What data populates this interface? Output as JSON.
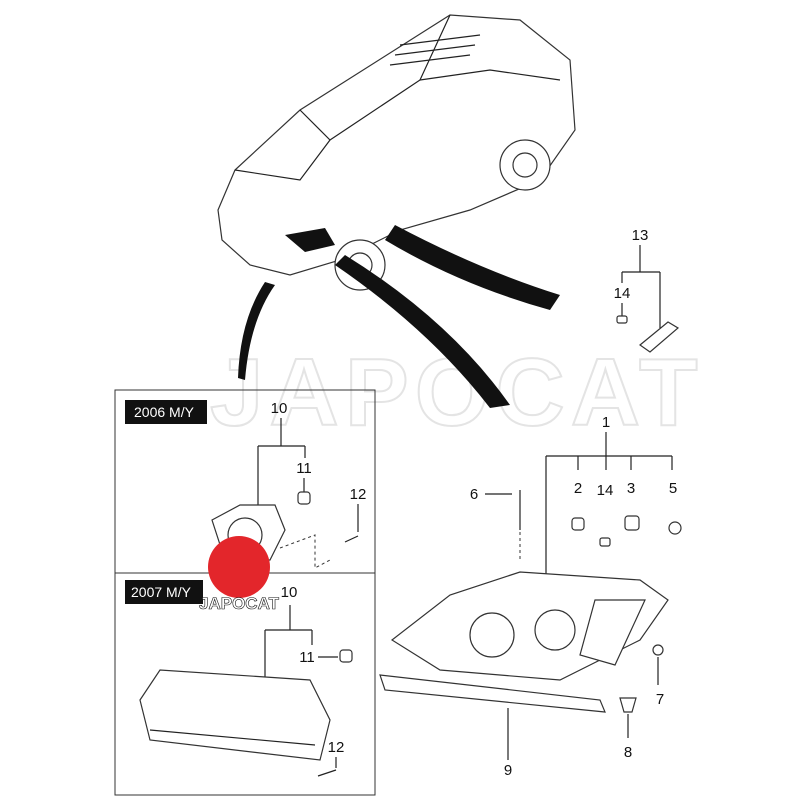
{
  "watermark": "JAPOCAT",
  "logo": {
    "text": "JAPOCAT",
    "color": "#e3262b"
  },
  "model_years": {
    "top": "2006 M/Y",
    "bottom": "2007 M/Y"
  },
  "callouts": {
    "c1": "1",
    "c2": "2",
    "c3": "3",
    "c5": "5",
    "c6": "6",
    "c7": "7",
    "c8": "8",
    "c9": "9",
    "c13": "13",
    "c14a": "14",
    "c14b": "14",
    "c10a": "10",
    "c11a": "11",
    "c12a": "12",
    "c10b": "10",
    "c11b": "11",
    "c12b": "12"
  }
}
